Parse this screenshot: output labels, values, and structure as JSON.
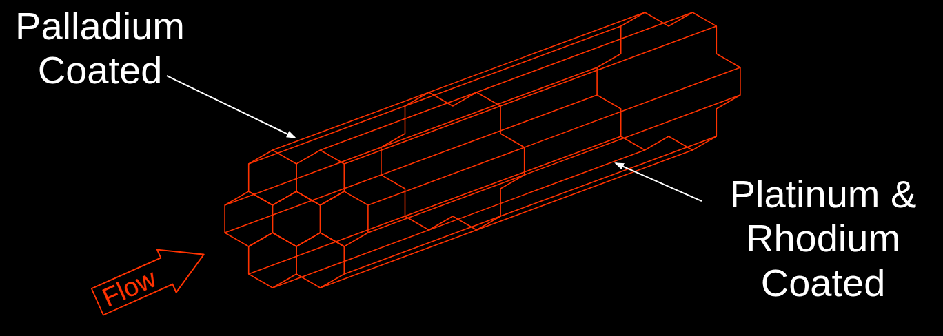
{
  "diagram": {
    "nodes": [
      {
        "text": [
          "Flow"
        ]
      }
    ],
    "labels": [
      "Palladium Coated",
      "Platinum & Rhodium Coated"
    ]
  }
}
